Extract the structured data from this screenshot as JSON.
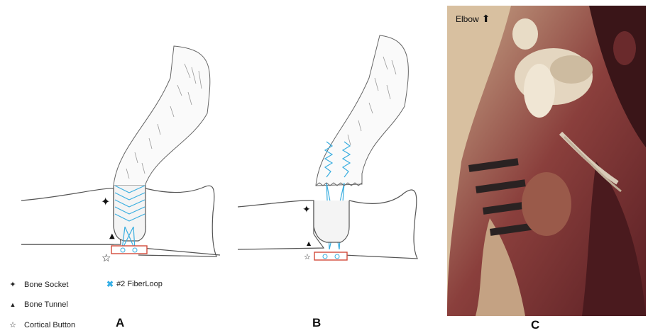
{
  "legend": {
    "bone_socket": "Bone Socket",
    "bone_tunnel": "Bone Tunnel",
    "cortical_button": "Cortical Button",
    "fiberloop": "#2 FiberLoop"
  },
  "panels": {
    "a_label": "A",
    "b_label": "B",
    "c_label": "C"
  },
  "photo": {
    "elbow_label": "Elbow"
  },
  "colors": {
    "suture": "#3aaee0",
    "button": "#d34a3a",
    "pencil": "#555555"
  }
}
